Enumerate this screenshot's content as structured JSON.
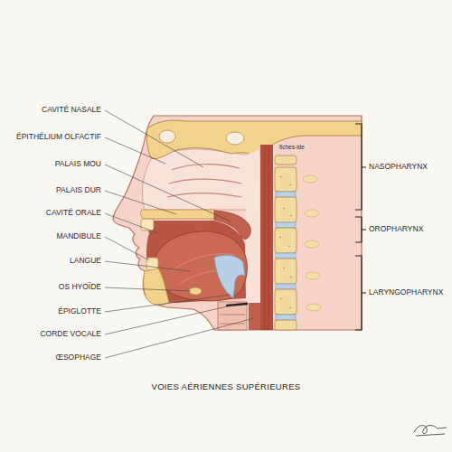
{
  "diagram": {
    "title": "VOIES AÉRIENNES SUPÉRIEURES",
    "labels": [
      "CAVITÉ NASALE",
      "ÉPITHÉLIUM OLFACTIF",
      "PALAIS MOU",
      "PALAIS DUR",
      "CAVITÉ ORALE",
      "MANDIBULE",
      "LANGUE",
      "OS HYOÏDE",
      "ÉPIGLOTTE",
      "CORDE VOCALE",
      "ŒSOPHAGE",
      "NASOPHARYNX",
      "OROPHARYNX",
      "LARYNGOPHARYNX",
      "fiches-ide"
    ]
  }
}
